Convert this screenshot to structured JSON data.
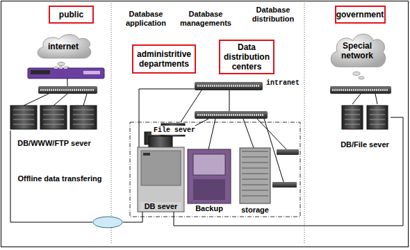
{
  "diagram": {
    "nodes": [
      {
        "text": [
          "public"
        ]
      },
      {
        "text": [
          "internet"
        ]
      },
      {
        "text": [
          "DB/WWW/FTP sever"
        ]
      },
      {
        "text": [
          "Offline data transfering"
        ]
      },
      {
        "text": [
          "administritive departments"
        ]
      },
      {
        "text": [
          "Data distribution centers"
        ]
      },
      {
        "text": [
          "File sever"
        ]
      },
      {
        "text": [
          "DB sever"
        ]
      },
      {
        "text": [
          "Backup"
        ]
      },
      {
        "text": [
          "storage"
        ]
      },
      {
        "text": [
          "government"
        ]
      },
      {
        "text": [
          "Special network"
        ]
      },
      {
        "text": [
          "DB/File sever"
        ]
      }
    ],
    "edges": [
      {
        "from": 2,
        "to": 3,
        "arrow": "none"
      },
      {
        "from": 3,
        "to": 7,
        "arrow": "none"
      },
      {
        "from": 7,
        "to": 12,
        "arrow": "none"
      }
    ],
    "labels": [
      "Database application",
      "Database managements",
      "Database distribution",
      "intranet"
    ]
  }
}
